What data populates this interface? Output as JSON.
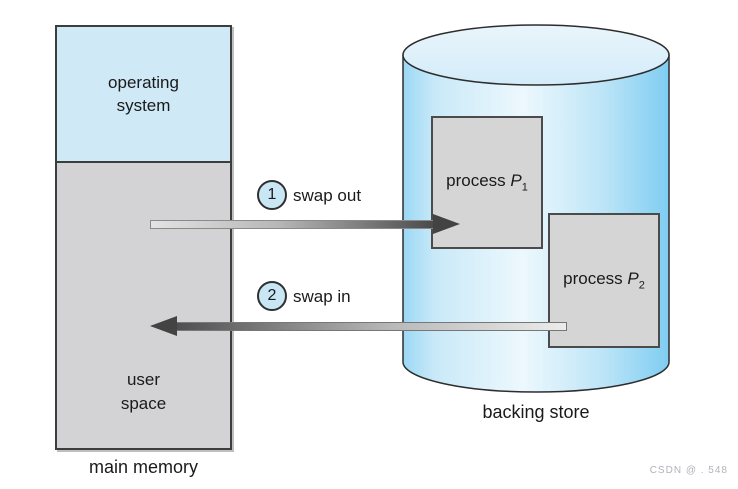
{
  "main_memory": {
    "label": "main memory",
    "os_section": "operating\nsystem",
    "user_section": "user\nspace"
  },
  "backing_store": {
    "label": "backing store",
    "processes": [
      {
        "prefix": "process ",
        "symbol": "P",
        "subscript": "1"
      },
      {
        "prefix": "process ",
        "symbol": "P",
        "subscript": "2"
      }
    ]
  },
  "steps": [
    {
      "number": "1",
      "label": "swap out",
      "direction": "right"
    },
    {
      "number": "2",
      "label": "swap in",
      "direction": "left"
    }
  ],
  "watermark": "CSDN @ . 548",
  "colors": {
    "os_section_blue": "#cfe9f7",
    "memory_gray": "#d3d3d5",
    "process_gray": "#d5d5d5",
    "cylinder_edge_blue": "#8ad1f3",
    "cylinder_highlight": "#edf8fd",
    "cylinder_top": "#ddeffa",
    "step_circle_blue": "#c9e6f5",
    "arrow_dark": "#434343",
    "text_dark": "#1a1a1a",
    "watermark_gray": "#b2b2bc"
  }
}
